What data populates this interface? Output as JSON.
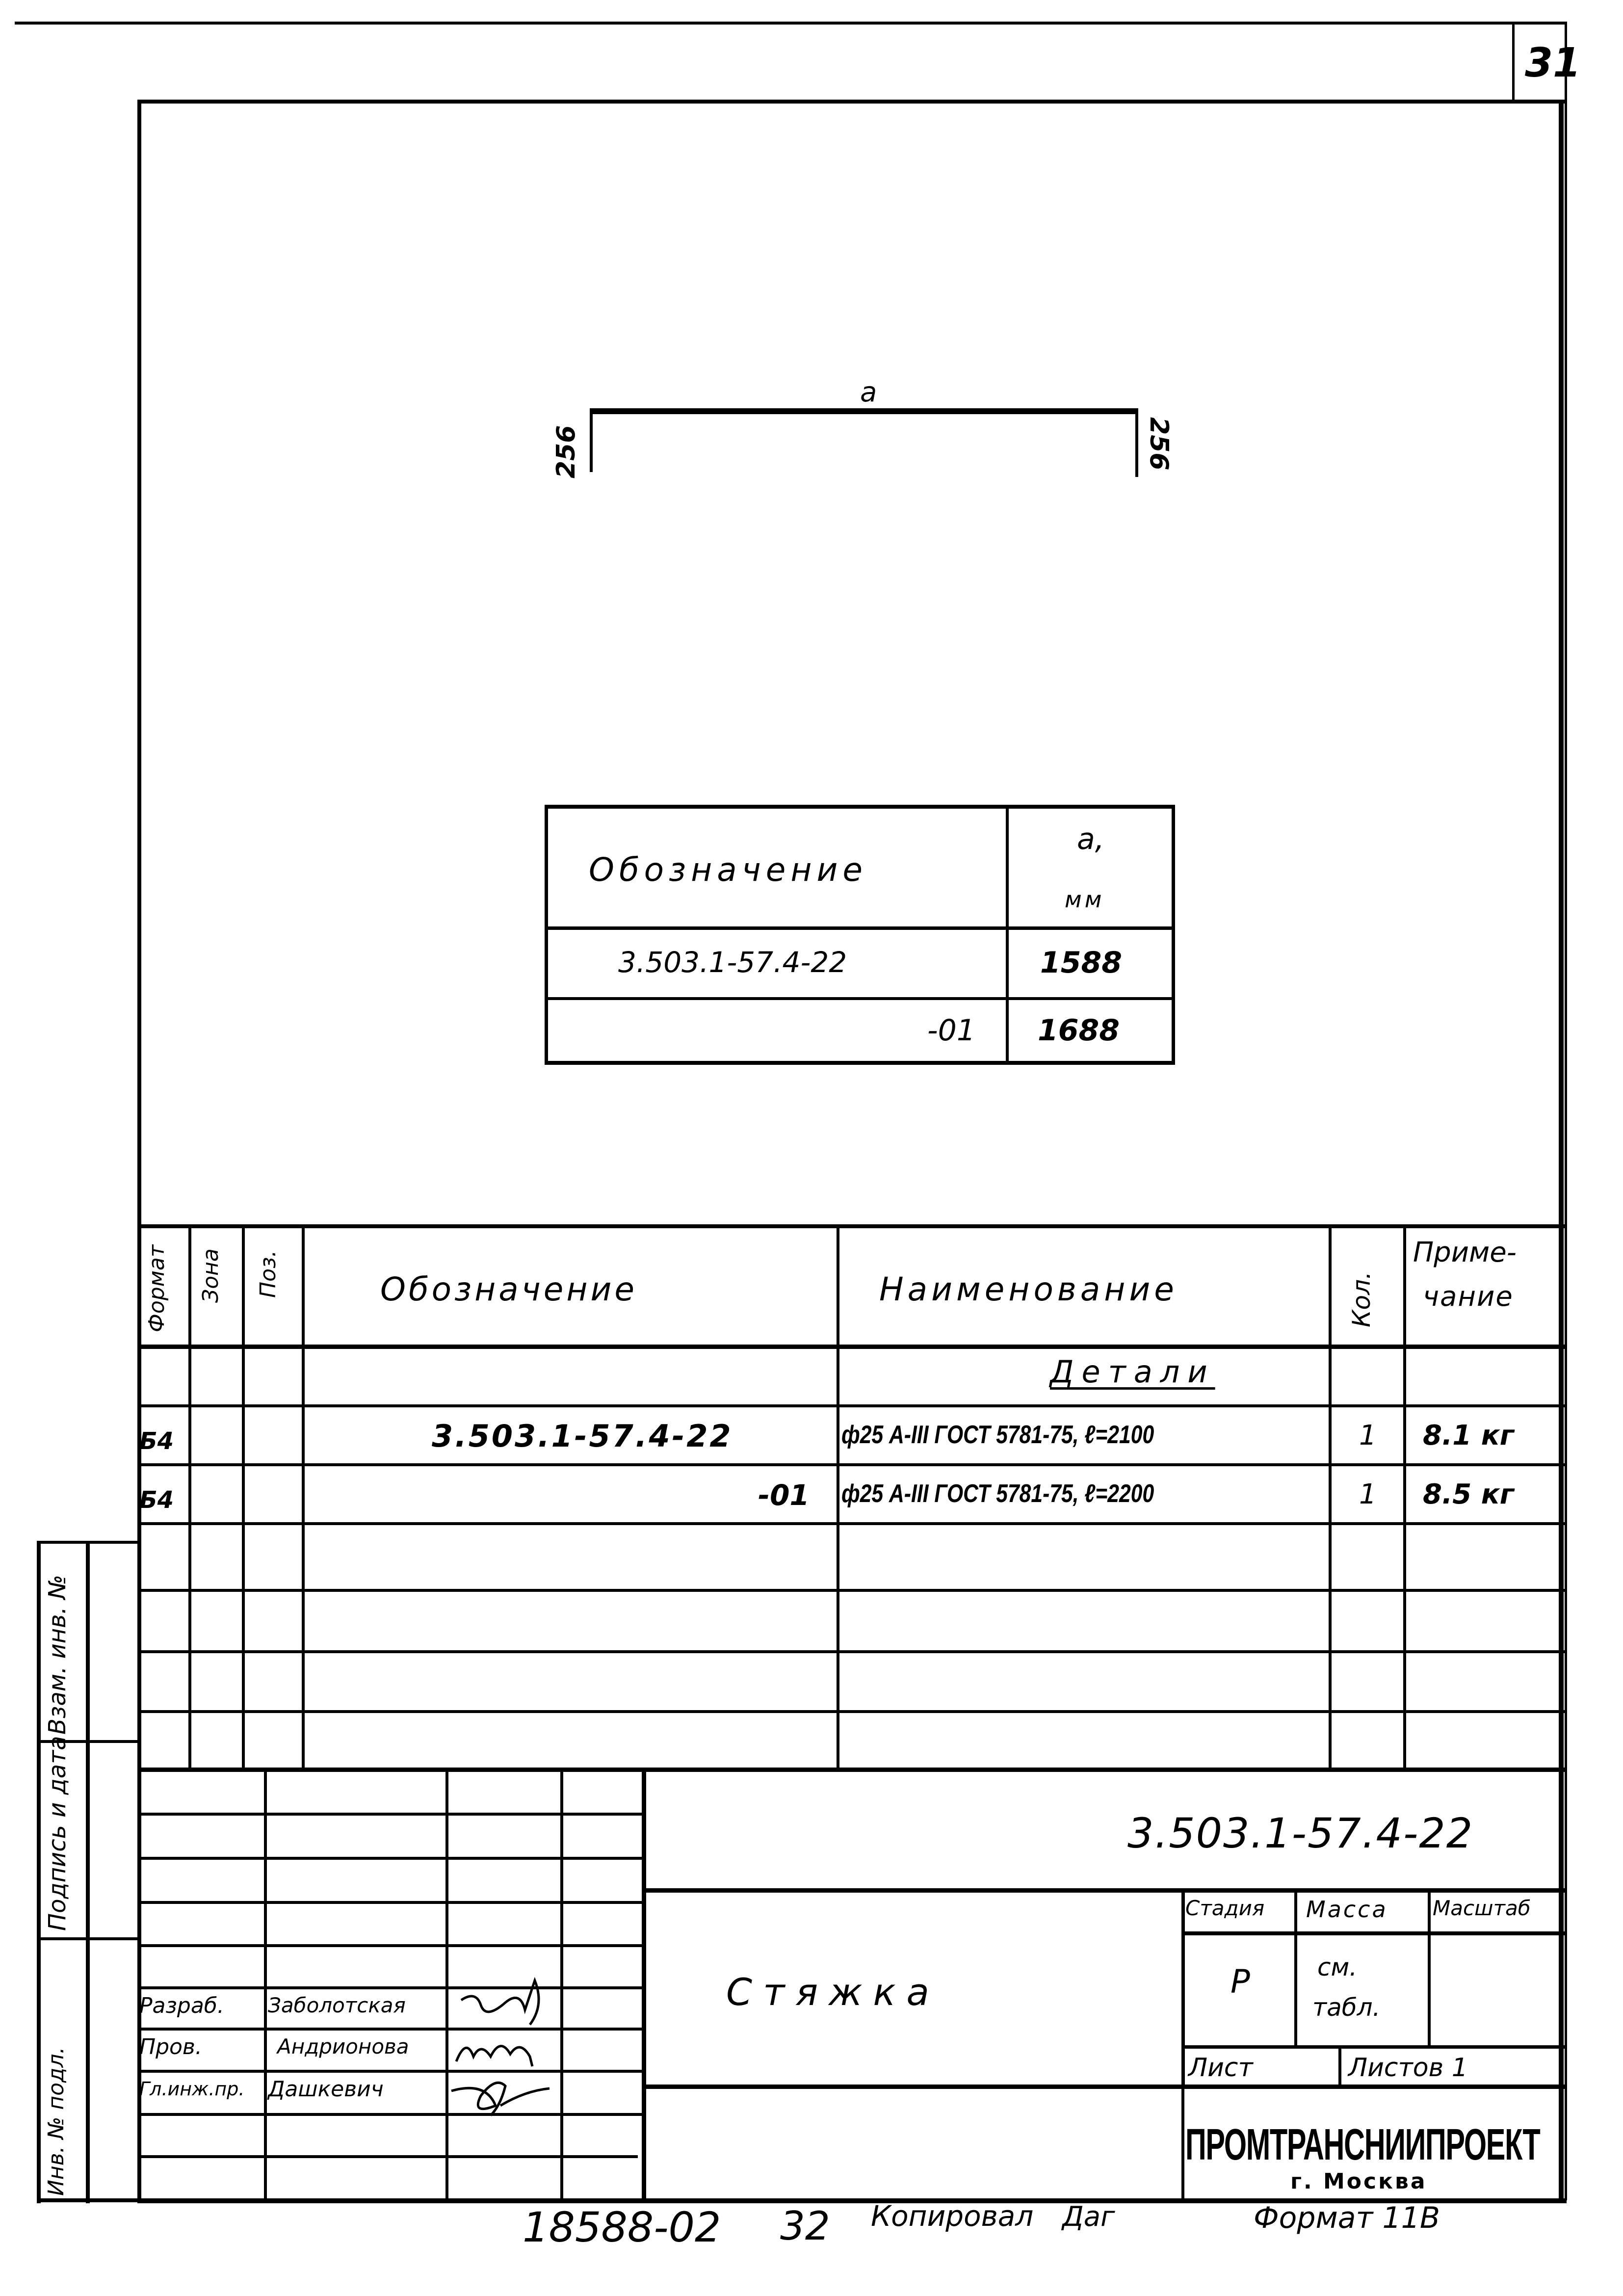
{
  "page": {
    "sheet_number": "31",
    "background": "#ffffff",
    "ink": "#000000"
  },
  "drawing": {
    "dimension_top": "a",
    "dimension_left": "256",
    "dimension_right": "256"
  },
  "variant_table": {
    "header_designation": "Обозначение",
    "header_a_line1": "a,",
    "header_a_line2": "мм",
    "rows": [
      {
        "designation": "3.503.1-57.4-22",
        "a_mm": "1588"
      },
      {
        "designation": "-01",
        "a_mm": "1688"
      }
    ]
  },
  "spec_table": {
    "headers": {
      "format": "Формат",
      "zone": "Зона",
      "pos": "Поз.",
      "designation": "Обозначение",
      "name": "Наименование",
      "qty": "Кол.",
      "note_line1": "Приме-",
      "note_line2": "чание"
    },
    "section_title": "Детали",
    "rows": [
      {
        "format": "Б4",
        "zone": "",
        "pos": "",
        "designation": "3.503.1-57.4-22",
        "name": "ф25 А-III ГОСТ 5781-75, ℓ=2100",
        "qty": "1",
        "note": "8.1 кг"
      },
      {
        "format": "Б4",
        "zone": "",
        "pos": "",
        "designation": "-01",
        "name": "ф25 А-III ГОСТ 5781-75, ℓ=2200",
        "qty": "1",
        "note": "8.5 кг"
      }
    ]
  },
  "side_stamp": {
    "field1": "Взам. инв. №",
    "field2": "Подпись и дата",
    "field3": "Инв. № подл."
  },
  "title_block": {
    "document_code": "3.503.1-57.4-22",
    "item_name": "Стяжка",
    "stage_label": "Стадия",
    "mass_label": "Масса",
    "scale_label": "Масштаб",
    "stage_value": "Р",
    "mass_value_line1": "см.",
    "mass_value_line2": "табл.",
    "scale_value": "",
    "sheet_label": "Лист",
    "sheets_label": "Листов 1",
    "organization": "ПРОМТРАНСНИИПРОЕКТ",
    "city": "г. Москва",
    "signatories": [
      {
        "role": "Разраб.",
        "name": "Заболотская",
        "signature": "signature"
      },
      {
        "role": "Пров.",
        "name": "Андрионова",
        "signature": "signature"
      },
      {
        "role": "Гл.инж.пр.",
        "name": "Дашкевич",
        "signature": "signature"
      }
    ]
  },
  "footer": {
    "archive_number": "18588-02",
    "page_ref": "32",
    "copied_by": "Копировал",
    "copier_initials": "Даг",
    "format": "Формат 11В"
  }
}
